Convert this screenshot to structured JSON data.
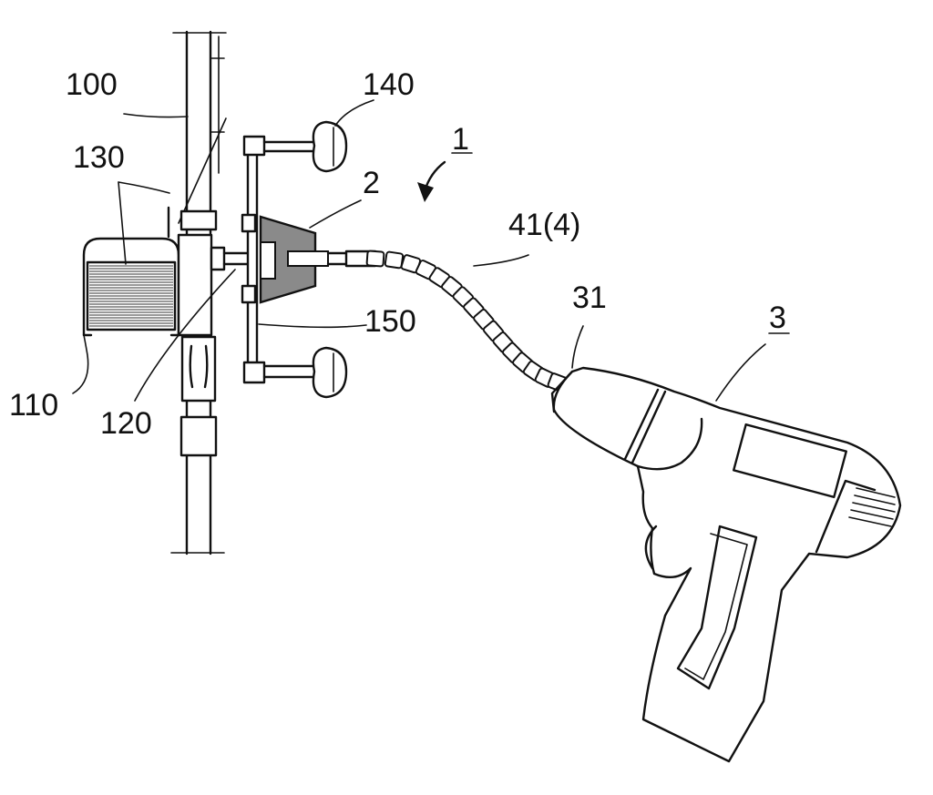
{
  "labels": {
    "l100": "100",
    "l130": "130",
    "l140": "140",
    "l1": "1",
    "l2": "2",
    "l41": "41(4)",
    "l31": "31",
    "l3": "3",
    "l150": "150",
    "l110": "110",
    "l120": "120"
  }
}
